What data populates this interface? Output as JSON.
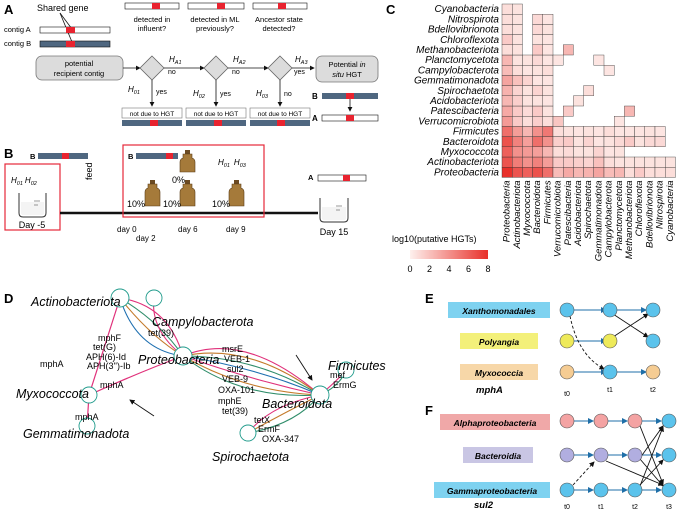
{
  "panel_letters": {
    "a": "A",
    "b": "B",
    "c": "C",
    "d": "D",
    "e": "E",
    "f": "F"
  },
  "panel_a": {
    "shared_gene": "Shared gene",
    "contig_a": "contig A",
    "contig_b": "contig B",
    "potential_recipient": [
      "potential",
      "recipient contig"
    ],
    "q1": [
      "detected in",
      "influent?"
    ],
    "q2": [
      "detected in ML",
      "previously?"
    ],
    "q3": [
      "Ancestor state",
      "detected?"
    ],
    "h01": "H",
    "h01_sub": "01",
    "h02": "H",
    "h02_sub": "02",
    "h03": "H",
    "h03_sub": "03",
    "ha1": "H",
    "ha1_sub": "A1",
    "ha2": "H",
    "ha2_sub": "A2",
    "ha3": "H",
    "ha3_sub": "A3",
    "yes": "yes",
    "no": "no",
    "not_hgt": "not due to HGT",
    "potential_in_situ": [
      "Potential ",
      "in",
      "situ",
      " HGT"
    ],
    "legend_b": "B",
    "legend_a": "A"
  },
  "panel_b": {
    "b_label": "B",
    "a_label": "A",
    "h01": "H",
    "h01_sub": "01",
    "h02": "H",
    "h02_sub": "02",
    "h03": "H",
    "h03_sub": "03",
    "feed": "feed",
    "pct_0": "0%",
    "pct_10": "10%",
    "day_m5": "Day -5",
    "day_0": "day 0",
    "day_2": "day 2",
    "day_6": "day 6",
    "day_9": "day 9",
    "day_15": "Day 15"
  },
  "panel_c": {
    "taxa": [
      "Proteobacteria",
      "Actinobacteriota",
      "Myxococcota",
      "Bacteroidota",
      "Firmicutes",
      "Verrucomicrobiota",
      "Patescibacteria",
      "Acidobacteriota",
      "Spirochaetota",
      "Gemmatimonadota",
      "Campylobacterota",
      "Planctomycetota",
      "Methanobacteriota",
      "Chloroflexota",
      "Bdellovibrionota",
      "Nitrospirota",
      "Cyanobacteria"
    ],
    "legend_title": "log10(putative HGTs)",
    "ticks": [
      "0",
      "2",
      "4",
      "6",
      "8"
    ],
    "vmax": 8,
    "cells": [
      {
        "r": 0,
        "c": 0,
        "v": 8.2
      },
      {
        "r": 0,
        "c": 1,
        "v": 6.5
      },
      {
        "r": 0,
        "c": 2,
        "v": 6.0
      },
      {
        "r": 0,
        "c": 3,
        "v": 6.6
      },
      {
        "r": 0,
        "c": 4,
        "v": 5.4
      },
      {
        "r": 0,
        "c": 5,
        "v": 2.2
      },
      {
        "r": 0,
        "c": 6,
        "v": 3.0
      },
      {
        "r": 0,
        "c": 7,
        "v": 2.4
      },
      {
        "r": 0,
        "c": 8,
        "v": 2.6
      },
      {
        "r": 0,
        "c": 9,
        "v": 3.2
      },
      {
        "r": 0,
        "c": 10,
        "v": 2.2
      },
      {
        "r": 0,
        "c": 11,
        "v": 2.4
      },
      {
        "r": 0,
        "c": 12,
        "v": 0.8
      },
      {
        "r": 0,
        "c": 13,
        "v": 1.6
      },
      {
        "r": 0,
        "c": 14,
        "v": 0.8
      },
      {
        "r": 0,
        "c": 15,
        "v": 0.8
      },
      {
        "r": 0,
        "c": 16,
        "v": 0.8
      },
      {
        "r": 1,
        "c": 0,
        "v": 6.5
      },
      {
        "r": 1,
        "c": 1,
        "v": 4.8
      },
      {
        "r": 1,
        "c": 2,
        "v": 4.0
      },
      {
        "r": 1,
        "c": 3,
        "v": 4.6
      },
      {
        "r": 1,
        "c": 4,
        "v": 3.5
      },
      {
        "r": 1,
        "c": 5,
        "v": 1.6
      },
      {
        "r": 1,
        "c": 6,
        "v": 1.6
      },
      {
        "r": 1,
        "c": 7,
        "v": 1.4
      },
      {
        "r": 1,
        "c": 8,
        "v": 1.2
      },
      {
        "r": 1,
        "c": 9,
        "v": 2.0
      },
      {
        "r": 1,
        "c": 10,
        "v": 0.8
      },
      {
        "r": 1,
        "c": 11,
        "v": 0.6
      },
      {
        "r": 1,
        "c": 12,
        "v": 0.6
      },
      {
        "r": 1,
        "c": 13,
        "v": 0.6
      },
      {
        "r": 1,
        "c": 14,
        "v": 0.6
      },
      {
        "r": 1,
        "c": 15,
        "v": 0.6
      },
      {
        "r": 1,
        "c": 16,
        "v": 0.6
      },
      {
        "r": 2,
        "c": 0,
        "v": 6.0
      },
      {
        "r": 2,
        "c": 1,
        "v": 4.0
      },
      {
        "r": 2,
        "c": 2,
        "v": 3.6
      },
      {
        "r": 2,
        "c": 3,
        "v": 3.4
      },
      {
        "r": 2,
        "c": 4,
        "v": 2.4
      },
      {
        "r": 2,
        "c": 5,
        "v": 0.8
      },
      {
        "r": 2,
        "c": 6,
        "v": 0.9
      },
      {
        "r": 2,
        "c": 7,
        "v": 0.6
      },
      {
        "r": 2,
        "c": 8,
        "v": 0.6
      },
      {
        "r": 2,
        "c": 9,
        "v": 1.2
      },
      {
        "r": 2,
        "c": 10,
        "v": 0.5
      },
      {
        "r": 2,
        "c": 11,
        "v": 0.6
      },
      {
        "r": 3,
        "c": 0,
        "v": 6.6
      },
      {
        "r": 3,
        "c": 1,
        "v": 4.6
      },
      {
        "r": 3,
        "c": 2,
        "v": 3.4
      },
      {
        "r": 3,
        "c": 3,
        "v": 5.4
      },
      {
        "r": 3,
        "c": 4,
        "v": 4.0
      },
      {
        "r": 3,
        "c": 5,
        "v": 1.4
      },
      {
        "r": 3,
        "c": 6,
        "v": 1.6
      },
      {
        "r": 3,
        "c": 7,
        "v": 0.6
      },
      {
        "r": 3,
        "c": 8,
        "v": 1.2
      },
      {
        "r": 3,
        "c": 9,
        "v": 0.5
      },
      {
        "r": 3,
        "c": 10,
        "v": 0.6
      },
      {
        "r": 3,
        "c": 11,
        "v": 1.0
      },
      {
        "r": 3,
        "c": 12,
        "v": 1.6
      },
      {
        "r": 3,
        "c": 13,
        "v": 0.6
      },
      {
        "r": 3,
        "c": 14,
        "v": 1.0
      },
      {
        "r": 3,
        "c": 15,
        "v": 1.0
      },
      {
        "r": 4,
        "c": 0,
        "v": 5.4
      },
      {
        "r": 4,
        "c": 1,
        "v": 3.5
      },
      {
        "r": 4,
        "c": 2,
        "v": 2.4
      },
      {
        "r": 4,
        "c": 3,
        "v": 4.0
      },
      {
        "r": 4,
        "c": 4,
        "v": 5.0
      },
      {
        "r": 4,
        "c": 5,
        "v": 0.8
      },
      {
        "r": 4,
        "c": 6,
        "v": 0.6
      },
      {
        "r": 4,
        "c": 7,
        "v": 0.5
      },
      {
        "r": 4,
        "c": 8,
        "v": 0.6
      },
      {
        "r": 4,
        "c": 9,
        "v": 0.5
      },
      {
        "r": 4,
        "c": 10,
        "v": 0.8
      },
      {
        "r": 4,
        "c": 11,
        "v": 0.5
      },
      {
        "r": 4,
        "c": 12,
        "v": 0.5
      },
      {
        "r": 4,
        "c": 13,
        "v": 0.5
      },
      {
        "r": 4,
        "c": 14,
        "v": 0.6
      },
      {
        "r": 4,
        "c": 15,
        "v": 0.5
      },
      {
        "r": 5,
        "c": 0,
        "v": 3.6
      },
      {
        "r": 5,
        "c": 1,
        "v": 1.6
      },
      {
        "r": 5,
        "c": 2,
        "v": 0.8
      },
      {
        "r": 5,
        "c": 3,
        "v": 1.4
      },
      {
        "r": 5,
        "c": 4,
        "v": 0.8
      },
      {
        "r": 5,
        "c": 5,
        "v": 1.8
      },
      {
        "r": 5,
        "c": 11,
        "v": 0.5
      },
      {
        "r": 6,
        "c": 0,
        "v": 3.0
      },
      {
        "r": 6,
        "c": 1,
        "v": 1.6
      },
      {
        "r": 6,
        "c": 2,
        "v": 0.9
      },
      {
        "r": 6,
        "c": 3,
        "v": 1.6
      },
      {
        "r": 6,
        "c": 4,
        "v": 0.6
      },
      {
        "r": 6,
        "c": 6,
        "v": 1.6
      },
      {
        "r": 6,
        "c": 12,
        "v": 2.4
      },
      {
        "r": 7,
        "c": 0,
        "v": 2.4
      },
      {
        "r": 7,
        "c": 1,
        "v": 1.4
      },
      {
        "r": 7,
        "c": 2,
        "v": 0.6
      },
      {
        "r": 7,
        "c": 3,
        "v": 0.6
      },
      {
        "r": 7,
        "c": 4,
        "v": 0.5
      },
      {
        "r": 7,
        "c": 7,
        "v": 0.6
      },
      {
        "r": 8,
        "c": 0,
        "v": 2.6
      },
      {
        "r": 8,
        "c": 1,
        "v": 1.2
      },
      {
        "r": 8,
        "c": 2,
        "v": 0.6
      },
      {
        "r": 8,
        "c": 3,
        "v": 1.2
      },
      {
        "r": 8,
        "c": 4,
        "v": 0.6
      },
      {
        "r": 8,
        "c": 8,
        "v": 0.8
      },
      {
        "r": 9,
        "c": 0,
        "v": 3.2
      },
      {
        "r": 9,
        "c": 1,
        "v": 2.0
      },
      {
        "r": 9,
        "c": 2,
        "v": 1.2
      },
      {
        "r": 9,
        "c": 3,
        "v": 0.5
      },
      {
        "r": 9,
        "c": 4,
        "v": 0.5
      },
      {
        "r": 10,
        "c": 0,
        "v": 2.2
      },
      {
        "r": 10,
        "c": 1,
        "v": 0.8
      },
      {
        "r": 10,
        "c": 2,
        "v": 0.5
      },
      {
        "r": 10,
        "c": 3,
        "v": 0.6
      },
      {
        "r": 10,
        "c": 4,
        "v": 0.8
      },
      {
        "r": 10,
        "c": 10,
        "v": 0.5
      },
      {
        "r": 11,
        "c": 0,
        "v": 2.4
      },
      {
        "r": 11,
        "c": 1,
        "v": 0.6
      },
      {
        "r": 11,
        "c": 2,
        "v": 0.6
      },
      {
        "r": 11,
        "c": 3,
        "v": 1.0
      },
      {
        "r": 11,
        "c": 4,
        "v": 0.5
      },
      {
        "r": 11,
        "c": 5,
        "v": 0.5
      },
      {
        "r": 11,
        "c": 9,
        "v": 0.5
      },
      {
        "r": 12,
        "c": 0,
        "v": 0.8
      },
      {
        "r": 12,
        "c": 1,
        "v": 0.6
      },
      {
        "r": 12,
        "c": 3,
        "v": 1.6
      },
      {
        "r": 12,
        "c": 4,
        "v": 0.5
      },
      {
        "r": 12,
        "c": 6,
        "v": 2.4
      },
      {
        "r": 13,
        "c": 0,
        "v": 1.6
      },
      {
        "r": 13,
        "c": 1,
        "v": 0.6
      },
      {
        "r": 13,
        "c": 3,
        "v": 0.6
      },
      {
        "r": 13,
        "c": 4,
        "v": 0.5
      },
      {
        "r": 14,
        "c": 0,
        "v": 0.8
      },
      {
        "r": 14,
        "c": 1,
        "v": 0.6
      },
      {
        "r": 14,
        "c": 3,
        "v": 1.0
      },
      {
        "r": 14,
        "c": 4,
        "v": 0.6
      },
      {
        "r": 15,
        "c": 0,
        "v": 0.8
      },
      {
        "r": 15,
        "c": 1,
        "v": 0.6
      },
      {
        "r": 15,
        "c": 3,
        "v": 1.0
      },
      {
        "r": 15,
        "c": 4,
        "v": 0.5
      },
      {
        "r": 16,
        "c": 0,
        "v": 0.8
      },
      {
        "r": 16,
        "c": 1,
        "v": 0.6
      }
    ]
  },
  "panel_d": {
    "nodes": [
      "Actinobacteriota",
      "Campylobacterota",
      "Proteobacteria",
      "Firmicutes",
      "Myxococcota",
      "Bacteroidota",
      "Gemmatimonadota",
      "Spirochaetota"
    ],
    "genes_actino": [
      "mphF",
      "tet(G)",
      "APH(6)-Id",
      "APH(3'')-Ib"
    ],
    "gene_mpha_top": "mphA",
    "gene_mpha_mid": "mphA",
    "gene_mpha_low": "mphA",
    "gene_tet39_top": "tet(39)",
    "genes_bact": [
      "msrE",
      "VEB-1",
      "sul2",
      "VEB-9",
      "OXA-101",
      "mphE",
      "tet(39)"
    ],
    "genes_firm": [
      "mef",
      "ErmG"
    ],
    "genes_spiro": [
      "tetX",
      "ErmF",
      "OXA-347"
    ]
  },
  "panel_e": {
    "rows": [
      "Xanthomonadales",
      "Polyangia",
      "Myxococcia"
    ],
    "gene": "mphA",
    "times": [
      "t0",
      "t1",
      "t2"
    ]
  },
  "panel_f": {
    "rows": [
      "Alphaproteobacteria",
      "Bacteroidia",
      "Gammaproteobacteria"
    ],
    "gene": "sul2",
    "times": [
      "t0",
      "t1",
      "t2",
      "t3"
    ]
  }
}
